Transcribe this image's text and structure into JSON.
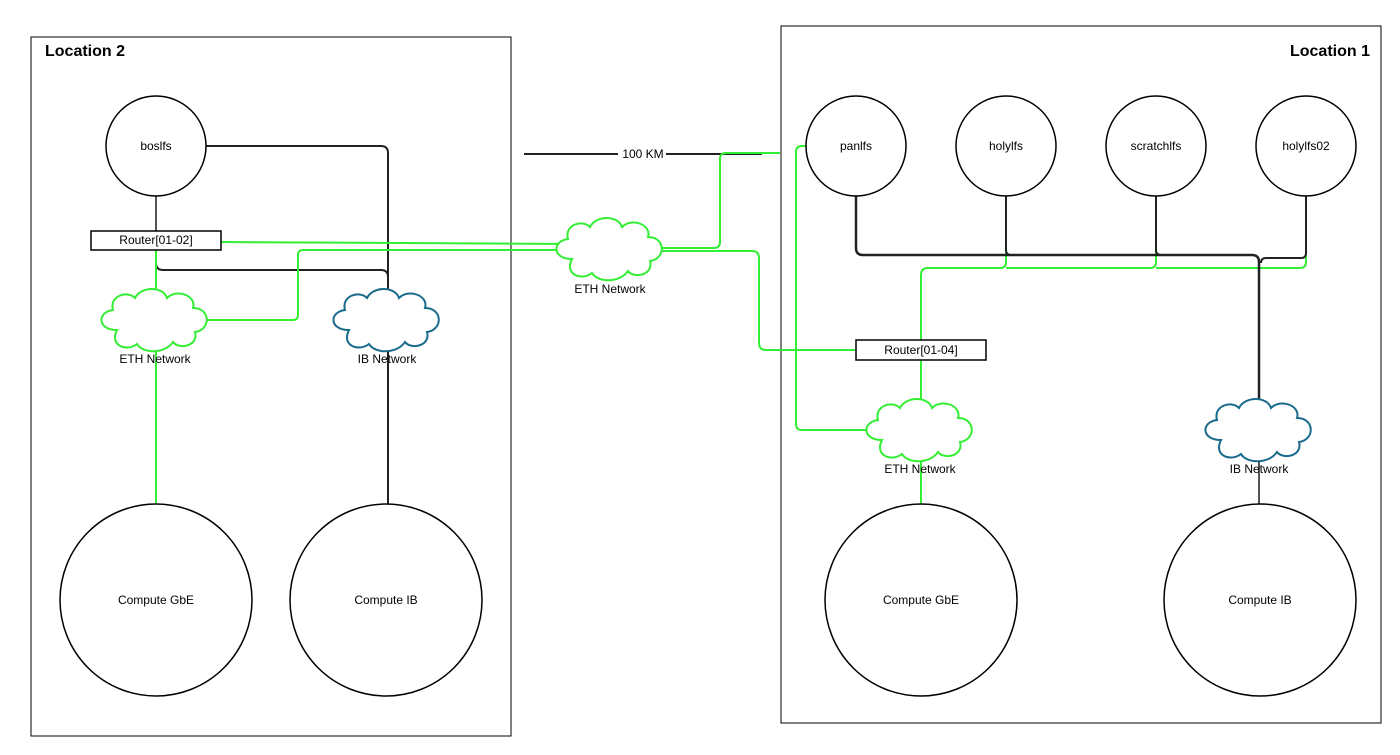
{
  "colors": {
    "eth": "#33ee33",
    "ib": "#222222",
    "ib_cloud": "#1a6a8c",
    "gray": "#555555",
    "border": "#000000"
  },
  "locations": {
    "location2": {
      "title": "Location 2"
    },
    "location1": {
      "title": "Location 1"
    }
  },
  "link": {
    "distance": "100 KM"
  },
  "location2": {
    "storage": {
      "boslfs": "boslfs"
    },
    "router": "Router[01-02]",
    "eth_network": "ETH Network",
    "ib_network": "IB Network",
    "compute_gbe": "Compute GbE",
    "compute_ib": "Compute IB"
  },
  "wan": {
    "eth_network": "ETH Network"
  },
  "location1": {
    "storage": {
      "panlfs": "panlfs",
      "holylfs": "holylfs",
      "scratchlfs": "scratchlfs",
      "holylfs02": "holylfs02"
    },
    "router": "Router[01-04]",
    "eth_network": "ETH Network",
    "ib_network": "IB Network",
    "compute_gbe": "Compute GbE",
    "compute_ib": "Compute IB"
  }
}
